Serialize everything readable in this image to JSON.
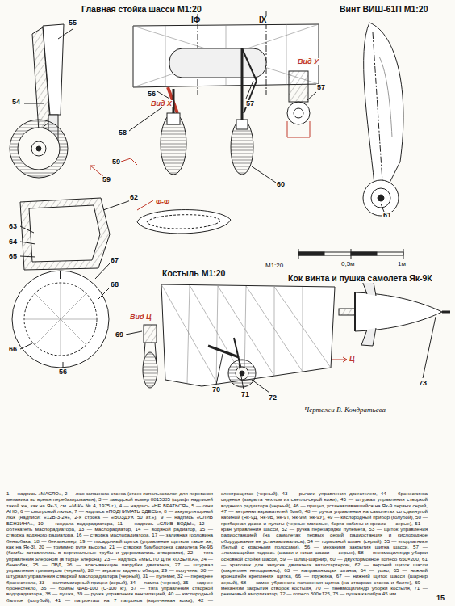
{
  "diagram": {
    "caption": "1 — надпись «МАСЛО», 2 — люк запасного отсека (отсек использовался для перевозки механика во время перебазирования), 3 — заводской номер 0815385 (шрифт надписей такой же, как на Як-3, см. «М-К» № 4, 1975 г.), 4 — надпись «НЕ БРАТЬСЯ», 5 — огни АНО, 6 — смотровой лючок, 7 — надпись «ПОДНИМАТЬ ЗДЕСЬ», 8 — аккумуляторный люк (надписи: «12В-3-24», 2-я строка — «ВОЗДУХ 50 ат.»), 9 — надпись «СЛИВ БЕНЗИНА», 10 — гондола водорадиатора, 11 — надпись «СЛИВ ВОДЫ», 12 — обтекатель маслорадиатора, 13 — маслорадиатор, 14 — водяной радиатор, 15 — створка водяного радиатора, 16 — створка маслорадиатора, 17 — заливная горловина бензобака, 18 — бензиномер, 19 — посадочный щиток (управление щитком такое же, как на Як-3), 20 — триммер руля высоты, 21 — створки бомбоотсека самолета Як-9Б (бомбы вставлялись в вертикальные трубы и удерживались створками), 22 — тяга управления элероном (в торце элерона), 23 — надпись «МЕСТО ДЛЯ КОЗЕЛКА», 24 — бензобак, 25 — ПВД, 26 — всасывающие патрубки двигателя, 27 — штурвал управления триммером (черный), 28 — зеркало заднего обзора, 29 — поручень, 30 — штурвал управления створкой маслорадиатора (черный), 31 — пулемет, 32 — переднее бронестекло, 33 — коллиматорный прицел (серый), 34 — лампа (черная), 35 — заднее бронестекло, 36 — бомбы ФАБ-100 (С-100 кг), 37 — тяга управления створкой водорадиатора, 38 — пушка, 39 — ручка управления вентиляцией, 40 — кислородный баллон (голубой), 41 — патронташ на 7 патронов (коричневая кожа), 42 — электрощиток (черный), 43 — рычаги управления двигателем, 44 — бронеспинка сиденья (закрыта чехлом из светло-серой кожи), 45 — штурвал управления створкой водяного радиатора (черный), 46 — прицел, устанавливавшийся на Як-9 первых серий, 47 — ветрянки взрывателей бомб, 48 — ручка управления на самолетах со сдвинутой кабиной (Як-9Д, Як-9Б, Як-9Т, Як-9М, Як-9У), 49 — кислородный прибор (голубой), 50 — приборная доска и пульты (черные матовые, борта кабины и кресло — серые), 51 — кран управления шасси, 52 — ручка перезарядки пулемета, 53 — щиток управления радиостанцией (на самолетах первых серий радиостанция и кислородное оборудование не устанавливались), 54 — тормозной шланг (серый), 55 — «подлатник» (белый с красными полосами), 56 — механизм закрытия щитка шасси, 57 — «ломающийся подкос» (шасси и ниши шасси — серые), 58 — пневмоцилиндр уборки основной стойки шасси, 59 — шлиц-шарнир, 60 — двухтормозное колесо 650×200, 61 — храповик для запуска двигателя автостартером, 62 — верхний щиток шасси (закреплен неподвижно), 63 — направляющая штанга, 64 — ушко, 65 — нижний кронштейн крепления щитка, 66 — пружина, 67 — нижний щиток шасси (шарнир серый), 68 — замок убранного положения щитка (на створках отсека и болте), 69 — механизм закрытия створок костыля, 70 — пневмоцилиндр уборки костыля, 71 — резиновый амортизатор, 72 — колесо 300×125, 73 — пушка калибра 45 мм.",
    "labels": [
      "Главная стойка шасси М1:20",
      "Винт ВИШ-61П М1:20",
      "IФ",
      "IX",
      "55",
      "Вид У",
      "54",
      "Вид Х",
      "56",
      "57",
      "57",
      "58",
      "59",
      "59",
      "60",
      "61",
      "62",
      "Ф-Ф",
      "63",
      "64",
      "65",
      "М1:20",
      "0,5м",
      "1м",
      "Костыль М1:20",
      "Кок винта и пушка самолета Як-9К",
      "67",
      "68",
      "Вид Ц",
      "69",
      "Ц",
      "66",
      "56",
      "73",
      "70",
      "71",
      "72",
      "Чертежи В. Кондратьева",
      "15"
    ]
  }
}
